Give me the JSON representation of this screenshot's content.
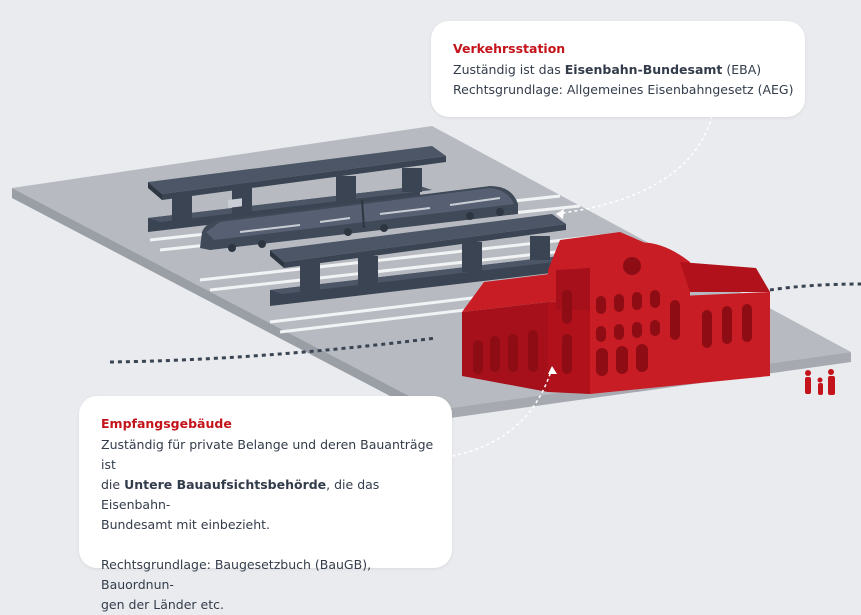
{
  "station": {
    "title": "Verkehrsstation",
    "line1_pre": "Zuständig ist das ",
    "line1_bold": "Eisenbahn-Bundesamt",
    "line1_post": " (EBA)",
    "line2": "Rechtsgrundlage: Allgemeines Eisenbahngesetz (AEG)"
  },
  "building": {
    "title": "Empfangsgebäude",
    "line1": "Zuständig für private Belange und deren Bauanträge ist",
    "line2_pre": "die ",
    "line2_bold": "Untere Bauaufsichtsbehörde",
    "line2_post": ", die das Eisenbahn-",
    "line3": "Bundesamt mit einbezieht.",
    "line4": "Rechtsgrundlage: Baugesetzbuch (BauGB), Bauordnun-",
    "line5": "gen der Länder etc."
  },
  "colors": {
    "accent_red": "#c4141b",
    "platform_dark": "#3a4452",
    "ground_gray": "#b9bdc3",
    "background": "#e9ebee"
  }
}
